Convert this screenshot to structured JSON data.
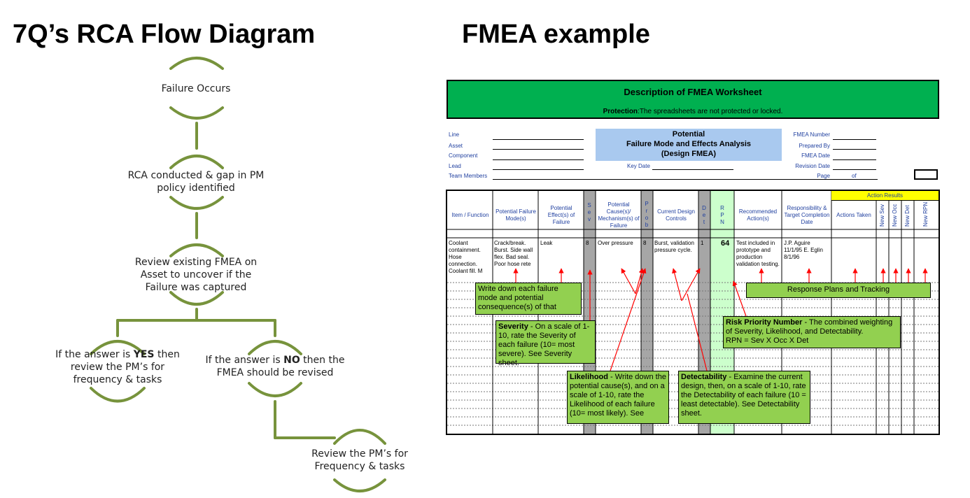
{
  "left": {
    "title": "7Q’s RCA Flow Diagram",
    "nodes": {
      "n1": "Failure Occurs",
      "n2a": "RCA conducted  & gap in PM",
      "n2b": "policy identified",
      "n3a": "Review existing FMEA on",
      "n3b": "Asset to uncover  if the",
      "n3c": "Failure was captured",
      "yes_pre": "If the answer is ",
      "yes_bold": "YES",
      "yes_post": " then",
      "yes_b": "review the PM’s for",
      "yes_c": "frequency & tasks",
      "no_pre": "If the answer is ",
      "no_bold": "NO",
      "no_post": " then the",
      "no_b": "FMEA should be revised",
      "n6a": "Review the PM’s for",
      "n6b": "Frequency & tasks"
    }
  },
  "right": {
    "title": "FMEA example",
    "header": {
      "title": "Description of FMEA Worksheet",
      "protection_bold": "Protection",
      "protection_text": ":The spreadsheets are not protected or locked."
    },
    "form_left": [
      "Line",
      "Asset",
      "Component",
      "Lead",
      "Team Members"
    ],
    "potential": [
      "Potential",
      "Failure Mode and Effects Analysis",
      "(Design FMEA)"
    ],
    "key_date": "Key Date",
    "form_right": [
      "FMEA Number",
      "Prepared By",
      "FMEA Date",
      "Revision Date",
      "Page"
    ],
    "page_of": "of",
    "columns": {
      "item": "Item / Function",
      "mode": "Potential Failure Mode(s)",
      "effect": "Potential Effect(s) of Failure",
      "sev": "S e v",
      "cause": "Potential Cause(s)/ Mechanism(s) of Failure",
      "prob": "P r o b",
      "controls": "Current Design Controls",
      "det": "D e t",
      "rpn": "R P N",
      "recommended": "Recommended Action(s)",
      "responsibility": "Responsibility & Target Completion Date",
      "action_results": "Action Results",
      "actions_taken": "Actions Taken",
      "new_sev": "New Sev",
      "new_occ": "New Occ",
      "new_det": "New Det",
      "new_rpn": "New RPN"
    },
    "row": {
      "item": "Coolant containment. Hose connection. Coolant fill. M",
      "mode": "Crack/break. Burst. Side wall flex. Bad seal. Poor hose rete",
      "effect": "Leak",
      "sev": "8",
      "cause": "Over pressure",
      "prob": "8",
      "controls": "Burst, validation pressure cycle.",
      "det": "1",
      "rpn": "64",
      "recommended": "Test included in prototype and production validation testing.",
      "responsibility": "J.P. Aguire 11/1/95  E. Eglin 8/1/96"
    },
    "callouts": {
      "write": "Write down each failure mode and potential consequence(s) of that",
      "severity_bold": "Severity",
      "severity": " - On a scale of 1-10, rate the Severity of each failure (10= most severe).  See Severity sheet.",
      "likelihood_bold": "Likelihood",
      "likelihood": "  - Write  down the potential cause(s), and on a scale of 1-10, rate the Likelihood of each failure (10= most likely).  See",
      "detect_bold": "Detectability",
      "detect": " - Examine the current design, then,  on a scale of 1-10, rate the Detectability of each failure (10 = least detectable).  See Detectability sheet.",
      "rpn_bold": "Risk Priority Number",
      "rpn": " - The combined weighting of Severity,  Likelihood, and Detectability.",
      "rpn_formula": "RPN = Sev X Occ X Det",
      "response": "Response Plans and Tracking"
    }
  },
  "colors": {
    "arc_green": "#77933c",
    "header_green": "#00b050",
    "callout_green": "#92d050",
    "potential_blue": "#a9c9ef",
    "action_yellow": "#ffff00",
    "arrow_red": "#ff0000"
  }
}
